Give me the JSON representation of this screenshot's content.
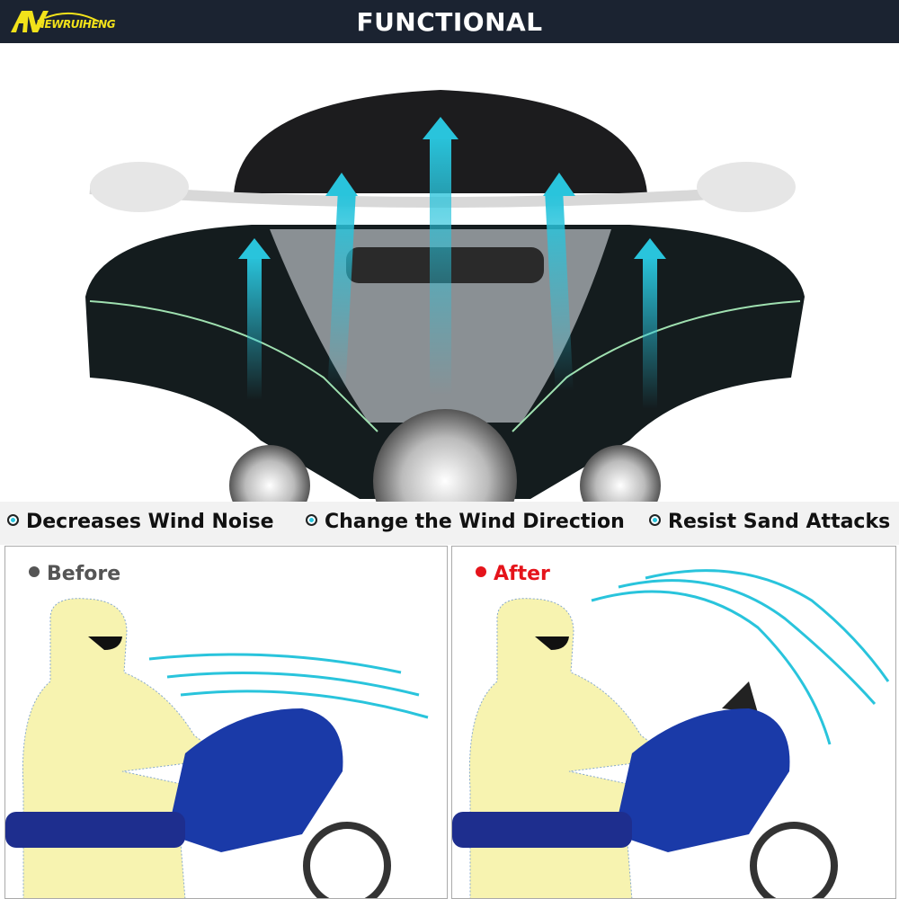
{
  "header": {
    "brand": "NEWRUIHENG",
    "title": "FUNCTIONAL"
  },
  "features": [
    {
      "label": "Decreases Wind Noise",
      "icon": "target-dot-icon"
    },
    {
      "label": "Change the Wind Direction",
      "icon": "target-dot-icon"
    },
    {
      "label": "Resist Sand Attacks",
      "icon": "target-dot-icon"
    }
  ],
  "comparison": {
    "before": {
      "label": "Before",
      "dot_color": "#555555"
    },
    "after": {
      "label": "After",
      "dot_color": "#e5141b"
    }
  },
  "colors": {
    "header_bg": "#1b2331",
    "accent_cyan": "#29c4dc",
    "brand_yellow": "#f2e21a"
  }
}
